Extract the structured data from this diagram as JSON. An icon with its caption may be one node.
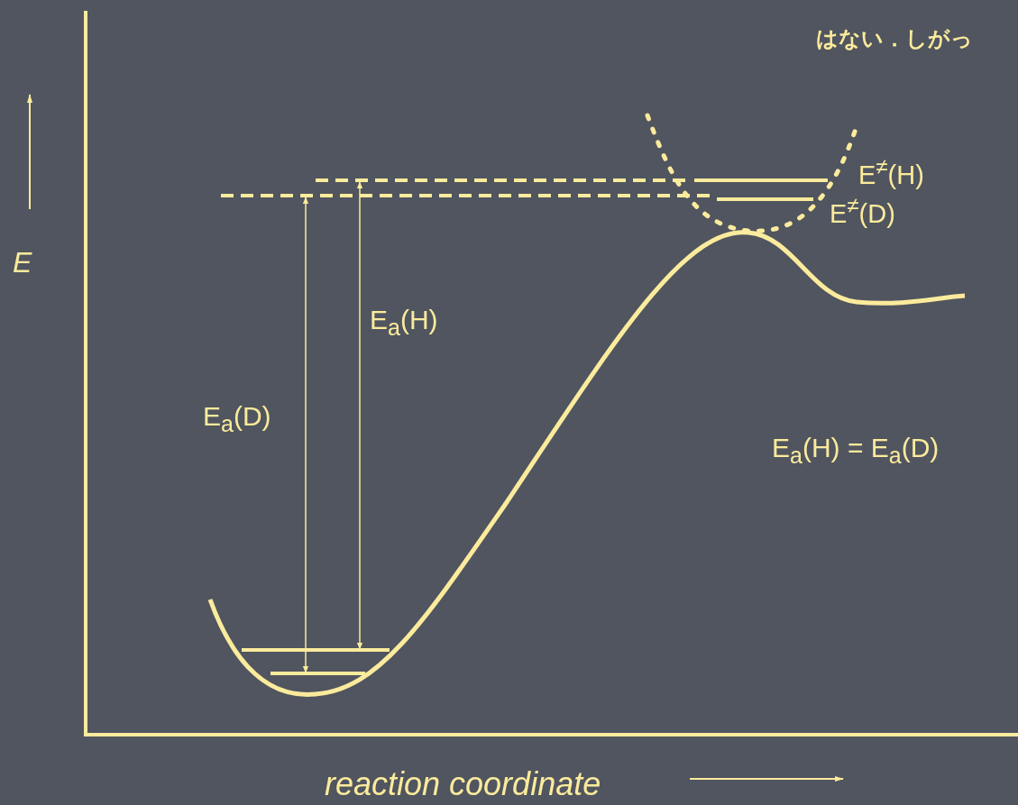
{
  "diagram": {
    "labels": [
      "はない．しがっ",
      "E$^{≠}$(H)",
      "E$^{≠}$(D)",
      "E",
      "E$_{a}$(H)",
      "E$_{a}$(D)",
      "E$_{a}$(H) = E$_{a}$(D)",
      "reaction coordinate"
    ]
  }
}
